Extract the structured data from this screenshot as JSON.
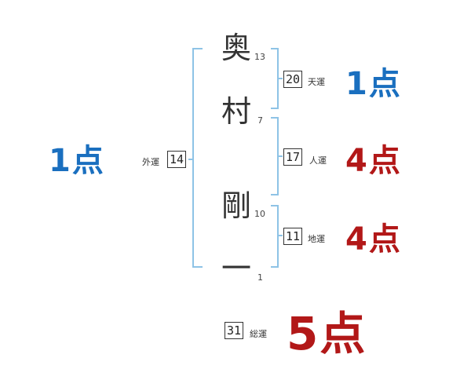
{
  "name_chars": [
    {
      "char": "奥",
      "strokes": "13"
    },
    {
      "char": "村",
      "strokes": "7"
    },
    {
      "char": "剛",
      "strokes": "10"
    },
    {
      "char": "一",
      "strokes": "1"
    }
  ],
  "tenkaku": {
    "value": "20",
    "label": "天運",
    "score": "1点",
    "color": "#1a6fbf"
  },
  "jinkaku": {
    "value": "17",
    "label": "人運",
    "score": "4点",
    "color": "#b21818"
  },
  "chikaku": {
    "value": "11",
    "label": "地運",
    "score": "4点",
    "color": "#b21818"
  },
  "gaikaku": {
    "value": "14",
    "label": "外運",
    "score": "1点",
    "color": "#1a6fbf"
  },
  "soukaku": {
    "value": "31",
    "label": "総運",
    "score": "5点",
    "color": "#b21818"
  },
  "bracket_color": "#8ec3e6"
}
